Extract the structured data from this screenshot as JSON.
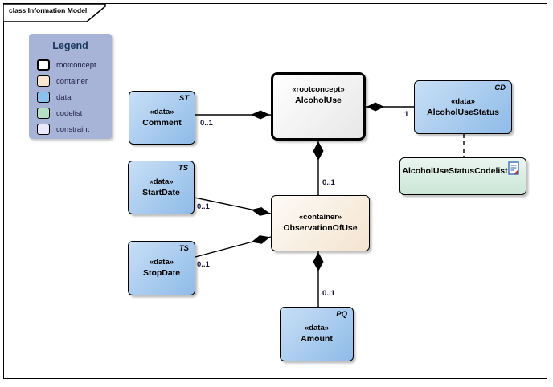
{
  "diagram": {
    "title": "class Information Model"
  },
  "legend": {
    "title": "Legend",
    "items": [
      {
        "label": "rootconcept",
        "color": "#ffffff"
      },
      {
        "label": "container",
        "color": "#f9e7d3"
      },
      {
        "label": "data",
        "color": "#8cc1ef"
      },
      {
        "label": "codelist",
        "color": "#b5e0c4"
      },
      {
        "label": "constraint",
        "color": "#e9e9fa"
      }
    ]
  },
  "nodes": {
    "alcoholUse": {
      "stereotype": "«rootconcept»",
      "name": "AlcoholUse",
      "tag": ""
    },
    "comment": {
      "stereotype": "«data»",
      "name": "Comment",
      "tag": "ST"
    },
    "startDate": {
      "stereotype": "«data»",
      "name": "StartDate",
      "tag": "TS"
    },
    "stopDate": {
      "stereotype": "«data»",
      "name": "StopDate",
      "tag": "TS"
    },
    "observationOfUse": {
      "stereotype": "«container»",
      "name": "ObservationOfUse",
      "tag": ""
    },
    "amount": {
      "stereotype": "«data»",
      "name": "Amount",
      "tag": "PQ"
    },
    "alcoholUseStatus": {
      "stereotype": "«data»",
      "name": "AlcoholUseStatus",
      "tag": "CD"
    },
    "alcoholUseStatusCodelist": {
      "name": "AlcoholUseStatusCodelist"
    }
  },
  "multiplicities": {
    "comment": "0..1",
    "status": "1",
    "observation": "0..1",
    "startDate": "0..1",
    "stopDate": "0..1",
    "amount": "0..1"
  }
}
